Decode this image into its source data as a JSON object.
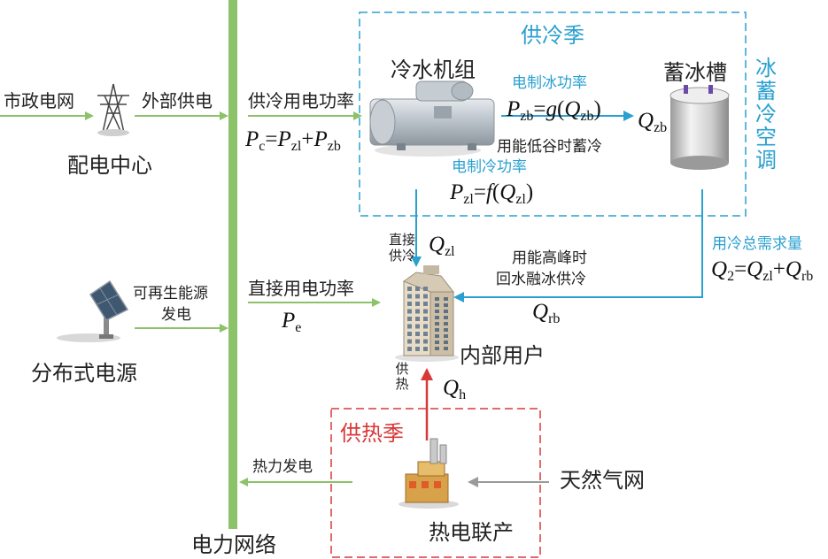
{
  "nodes": {
    "grid_source": "市政电网",
    "distribution_center": "配电中心",
    "chiller": "冷水机组",
    "ice_tank": "蓄冰槽",
    "internal_user": "内部用户",
    "distributed_source": "分布式电源",
    "chp": "热电联产",
    "gas_network": "天然气网",
    "power_network": "电力网络"
  },
  "regions": {
    "cooling_season": "供冷季",
    "ice_storage_ac": "冰蓄冷空调",
    "heating_season": "供热季"
  },
  "edges": {
    "external_supply": "外部供电",
    "cooling_power": "供冷用电功率",
    "ice_power": "电制冰功率",
    "store_at_valley": "用能低谷时蓄冷",
    "chill_power": "电制冷功率",
    "direct_cooling": "直接供冷",
    "total_cooling_demand": "用冷总需求量",
    "peak_line1": "用能高峰时",
    "peak_line2": "回水融冰供冷",
    "renewable_line1": "可再生能源",
    "renewable_line2": "发电",
    "direct_power": "直接用电功率",
    "heat_supply": "供热",
    "heat_power": "热力发电"
  },
  "formulas": {
    "pc": "Pc=Pzl+Pzb",
    "pzb": "Pzb=g(Qzb)",
    "qzb": "Qzb",
    "pzl": "Pzl=f(Qzl)",
    "qzl": "Qzl",
    "q2": "Q2=Qzl+Qrb",
    "qrb": "Qrb",
    "pe": "Pe",
    "qh": "Qh"
  },
  "colors": {
    "green": "#8cc26a",
    "blue": "#2aa0d0",
    "red": "#d83838",
    "gray": "#9a9a9a"
  }
}
